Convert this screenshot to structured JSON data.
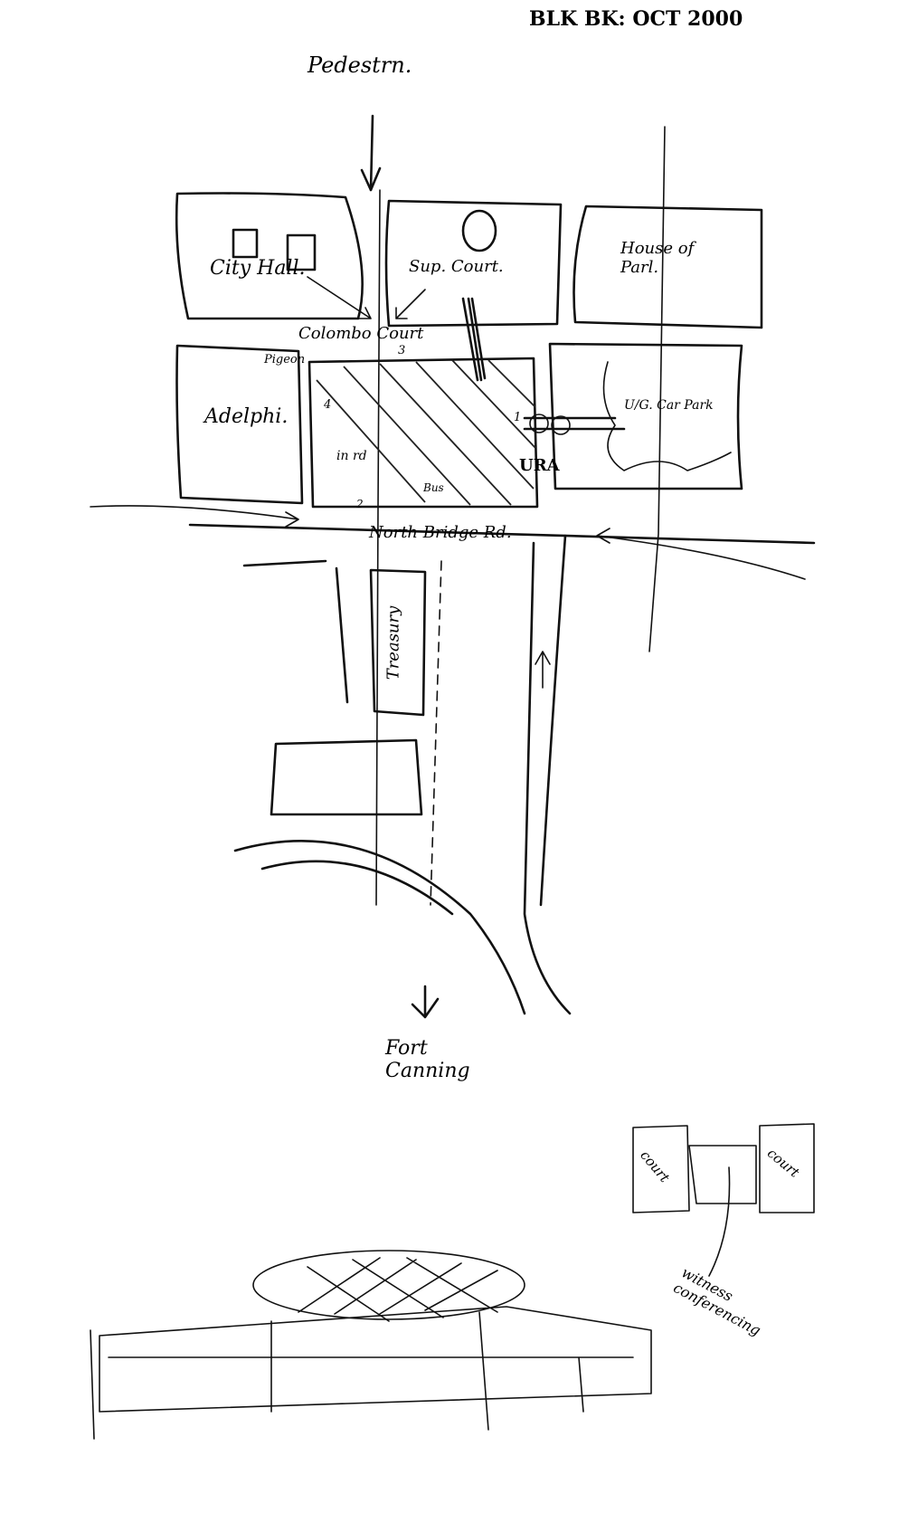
{
  "header": {
    "date_note": "BLK BK: OCT 2000"
  },
  "labels": {
    "pedestrian": "Pedestrn.",
    "city_hall": "City Hall.",
    "sup_court": "Sup. Court.",
    "house_of_parl": "House of Parl.",
    "colombo_court": "Colombo Court",
    "pigeon": "Pigeon",
    "adelphi": "Adelphi.",
    "ug_car_park": "U/G. Car Park",
    "ura": "URA",
    "in_road": "in rd",
    "bus": "Bus",
    "north_bridge_rd": "North Bridge Rd.",
    "treasury": "Treasury",
    "fort_canning": "Fort Canning",
    "court_left": "court",
    "court_right": "court",
    "witness_conferencing": "witness conferencing"
  },
  "markers": [
    "1",
    "2",
    "3",
    "4"
  ]
}
